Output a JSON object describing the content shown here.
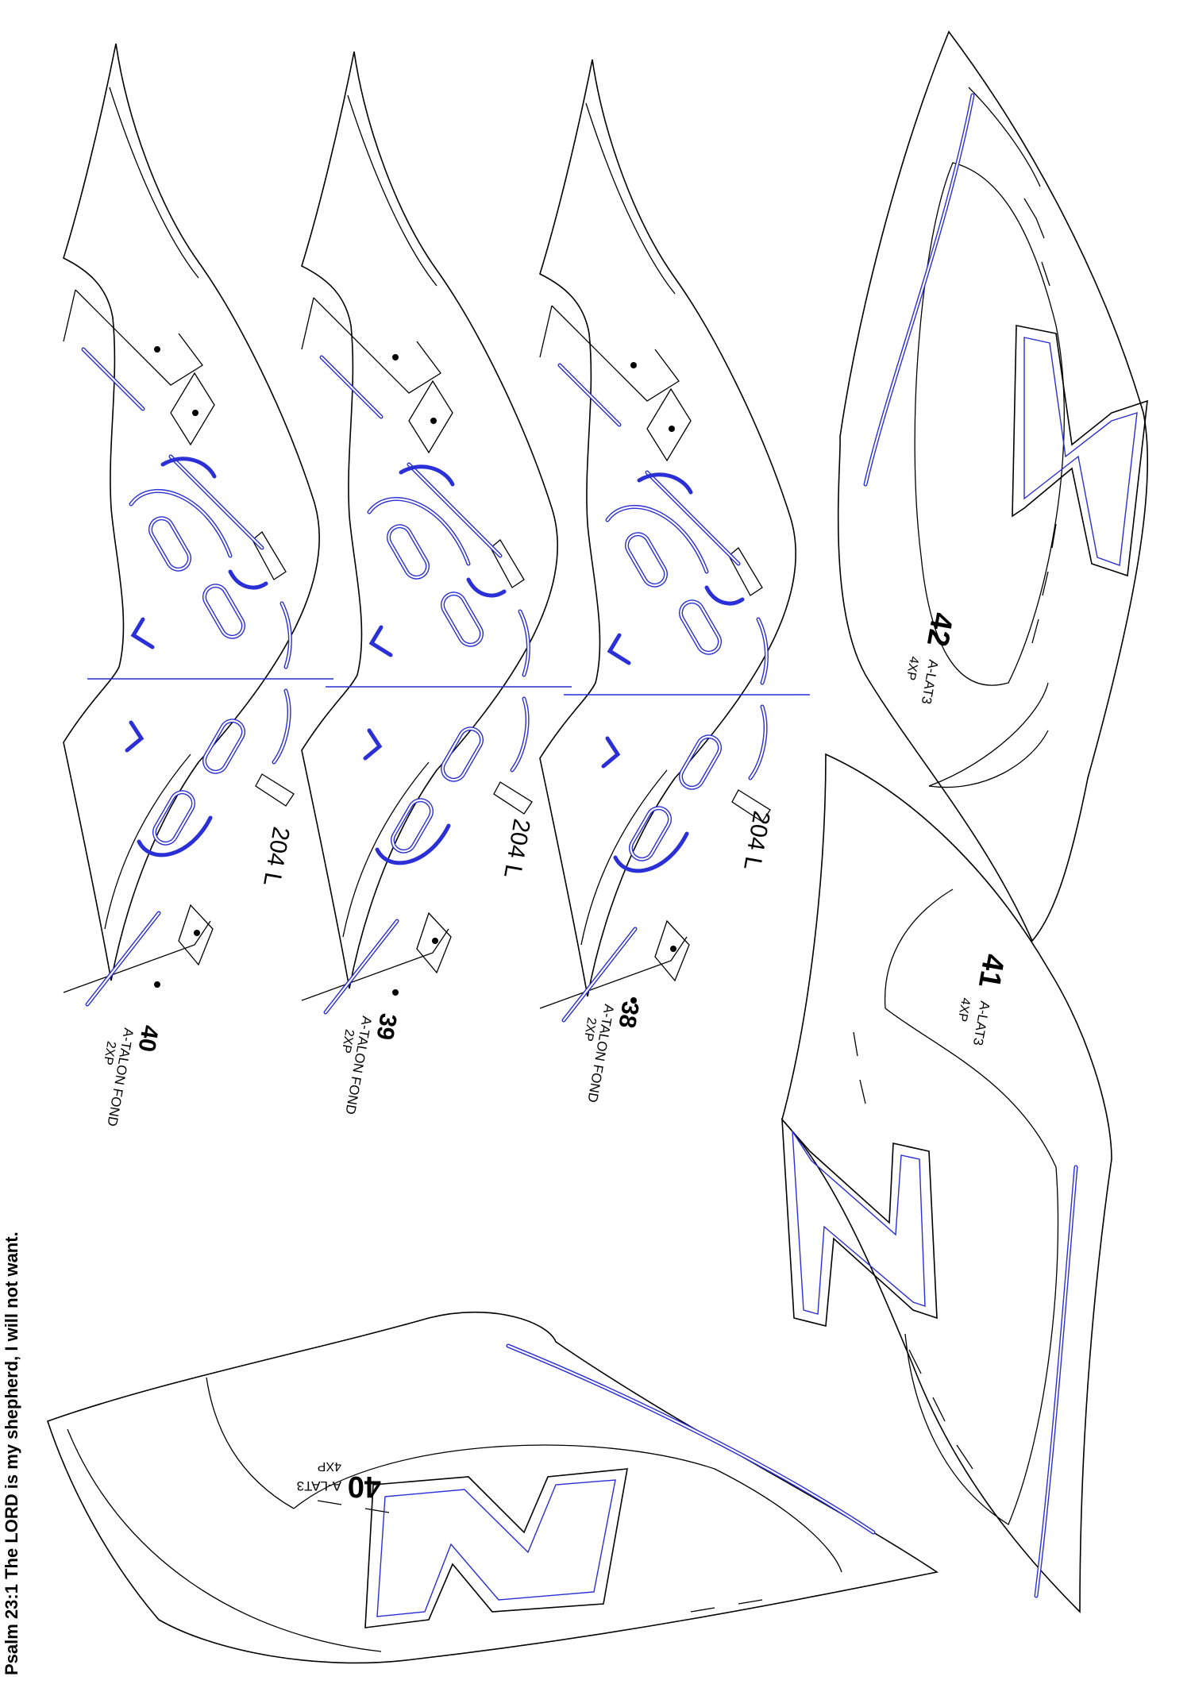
{
  "verse": "Psalm 23:1 The LORD is my shepherd, I will not want.",
  "pieces": [
    {
      "id": "talon-40",
      "number": "40",
      "code": "A-TALON FOND",
      "qty": "2XP",
      "ref": "204 L"
    },
    {
      "id": "talon-39",
      "number": "39",
      "code": "A-TALON FOND",
      "qty": "2XP",
      "ref": "204 L"
    },
    {
      "id": "talon-38",
      "number": "38",
      "code": "A-TALON FOND",
      "qty": "2XP",
      "ref": "204 L"
    },
    {
      "id": "lat-42",
      "number": "42",
      "code": "A-LAT3",
      "qty": "4XP"
    },
    {
      "id": "lat-41",
      "number": "41",
      "code": "A-LAT3",
      "qty": "4XP"
    },
    {
      "id": "lat-40",
      "number": "40",
      "code": "A-LAT3",
      "qty": "4XP"
    }
  ],
  "colors": {
    "outline": "#000000",
    "accent": "#2a2fd6",
    "background": "#ffffff"
  }
}
